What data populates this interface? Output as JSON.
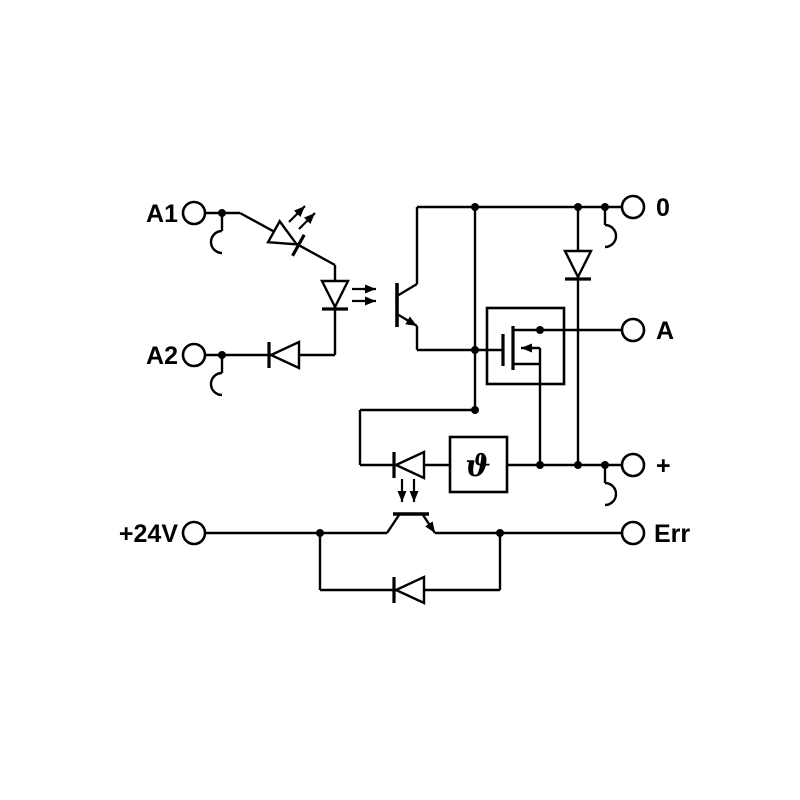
{
  "diagram": {
    "kind": "relay-module-circuit-schematic",
    "colors": {
      "line": "#000000",
      "background": "#ffffff"
    },
    "terminals": {
      "a1": {
        "label": "A1"
      },
      "a2": {
        "label": "A2"
      },
      "p24v": {
        "label": "+24V"
      },
      "zero": {
        "label": "0"
      },
      "a": {
        "label": "A"
      },
      "plus": {
        "label": "+"
      },
      "err": {
        "label": "Err"
      }
    },
    "components": {
      "thermal_element": {
        "symbol": "ϑ"
      }
    }
  }
}
